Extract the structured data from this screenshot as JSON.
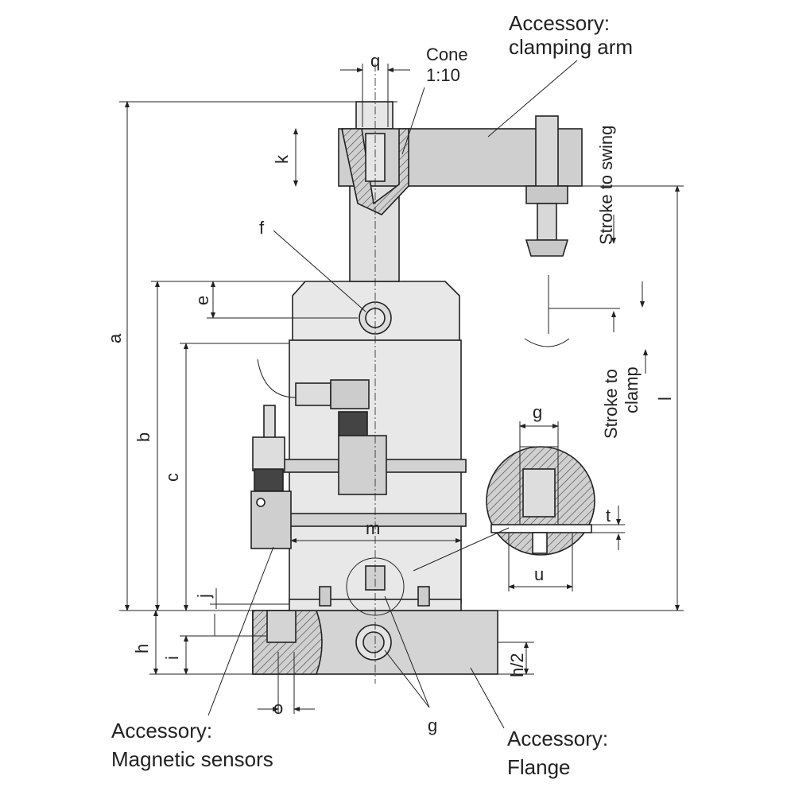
{
  "callouts": {
    "clamping_arm": [
      "Accessory:",
      "clamping arm"
    ],
    "cone": [
      "Cone",
      "1:10"
    ],
    "magnetic_sensors": [
      "Accessory:",
      "Magnetic sensors"
    ],
    "flange": [
      "Accessory:",
      "Flange"
    ],
    "stroke_to_swing": "Stroke to swing",
    "stroke_to_clamp": [
      "Stroke to",
      "clamp"
    ]
  },
  "dimensions": {
    "a": "a",
    "b": "b",
    "c": "c",
    "e": "e",
    "f": "f",
    "g_top": "g",
    "g_bottom": "g",
    "h": "h",
    "h_half": "h/2",
    "i": "i",
    "j": "j",
    "k": "k",
    "l": "l",
    "m": "m",
    "o": "o",
    "q": "q",
    "t": "t",
    "u": "u"
  },
  "colors": {
    "body_fill": "#e8e8e8",
    "arm_fill": "#cfcfcf",
    "flange_fill": "#d4d4d4",
    "line": "#222222",
    "hatch": "#444444"
  }
}
